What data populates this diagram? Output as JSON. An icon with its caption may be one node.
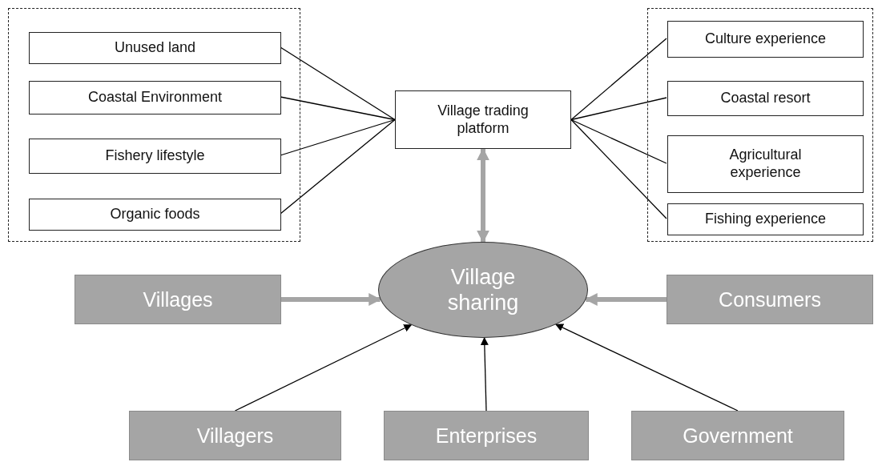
{
  "diagram": {
    "nodes": [
      {
        "text": [],
        "shape": "box"
      },
      {
        "text": [
          "Unused land"
        ],
        "in": 0
      },
      {
        "text": [
          "Coastal Environment"
        ],
        "in": 0
      },
      {
        "text": [
          "Fishery lifestyle"
        ],
        "in": 0
      },
      {
        "text": [
          "Organic foods"
        ],
        "in": 0
      },
      {
        "text": [],
        "shape": "box"
      },
      {
        "text": [
          "Culture experience"
        ],
        "in": 5
      },
      {
        "text": [
          "Coastal resort"
        ],
        "in": 5
      },
      {
        "text": [
          "Agricultural experience"
        ],
        "in": 5
      },
      {
        "text": [
          "Fishing experience"
        ],
        "in": 5
      },
      {
        "text": [
          "Village trading platform"
        ]
      },
      {
        "text": [
          "Village sharing"
        ]
      },
      {
        "text": [
          "Villages"
        ]
      },
      {
        "text": [
          "Consumers"
        ]
      },
      {
        "text": [
          "Villagers"
        ]
      },
      {
        "text": [
          "Enterprises"
        ]
      },
      {
        "text": [
          "Government"
        ]
      }
    ],
    "edges": [
      {
        "from": 1,
        "to": 10,
        "arrow": "none"
      },
      {
        "from": 2,
        "to": 10,
        "arrow": "none"
      },
      {
        "from": 3,
        "to": 10,
        "arrow": "none"
      },
      {
        "from": 4,
        "to": 10,
        "arrow": "none"
      },
      {
        "from": 10,
        "to": 6,
        "arrow": "none"
      },
      {
        "from": 10,
        "to": 7,
        "arrow": "none"
      },
      {
        "from": 10,
        "to": 8,
        "arrow": "none"
      },
      {
        "from": 10,
        "to": 9,
        "arrow": "none"
      },
      {
        "from": 10,
        "to": 11,
        "arrow": "both",
        "style": "thick",
        "color": "#a5a5a5"
      },
      {
        "from": 12,
        "to": 11,
        "arrow": "to",
        "style": "thick",
        "color": "#a5a5a5"
      },
      {
        "from": 13,
        "to": 11,
        "arrow": "to",
        "style": "thick",
        "color": "#a5a5a5"
      },
      {
        "from": 14,
        "to": 11,
        "arrow": "to"
      },
      {
        "from": 15,
        "to": 11,
        "arrow": "to"
      },
      {
        "from": 16,
        "to": 11,
        "arrow": "to"
      }
    ]
  }
}
